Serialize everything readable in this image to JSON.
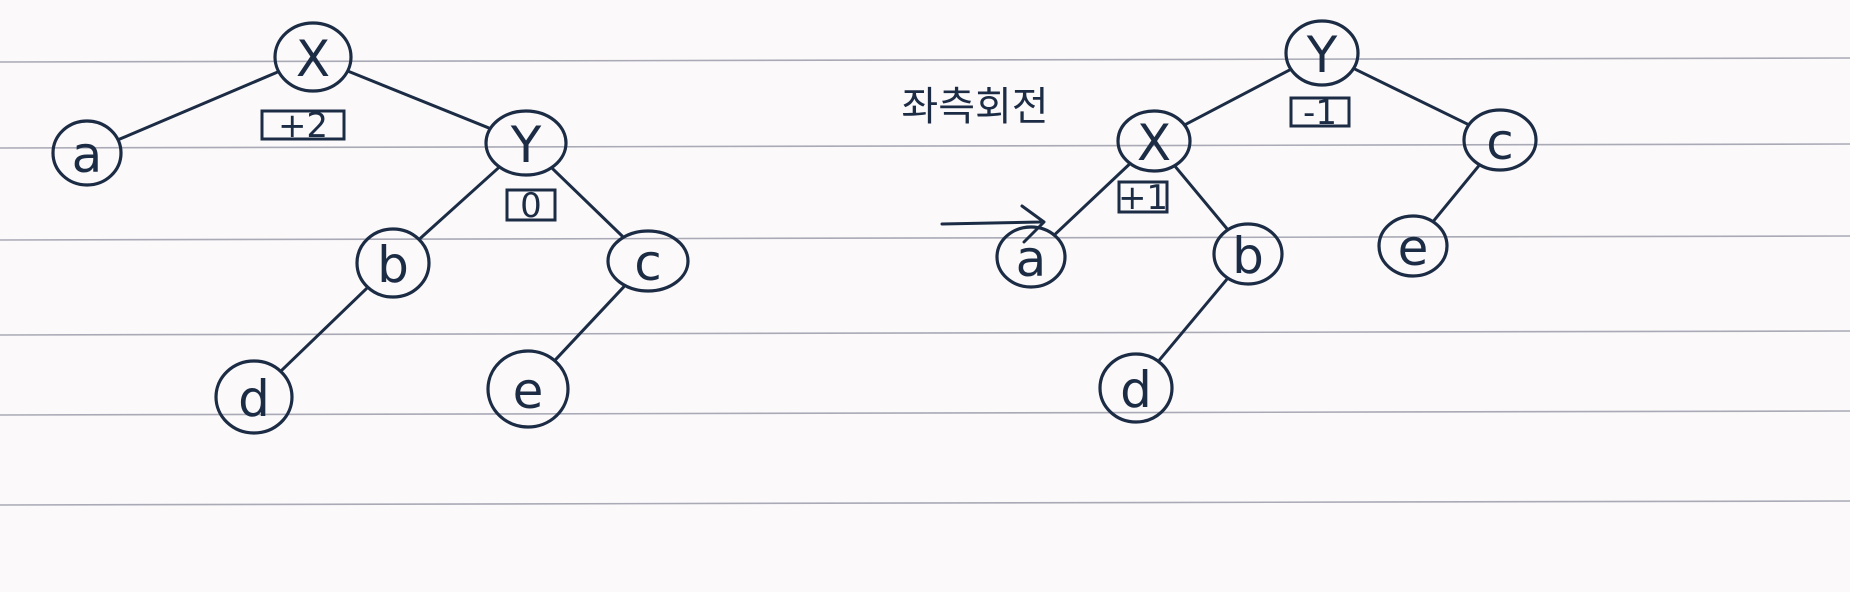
{
  "operation_label": "좌측회전",
  "trees": {
    "before": {
      "nodes": [
        {
          "id": "X",
          "label": "X"
        },
        {
          "id": "a",
          "label": "a"
        },
        {
          "id": "Y",
          "label": "Y"
        },
        {
          "id": "b",
          "label": "b"
        },
        {
          "id": "c",
          "label": "c"
        },
        {
          "id": "d",
          "label": "d"
        },
        {
          "id": "e",
          "label": "e"
        }
      ],
      "edges": [
        [
          "X",
          "a"
        ],
        [
          "X",
          "Y"
        ],
        [
          "Y",
          "b"
        ],
        [
          "Y",
          "c"
        ],
        [
          "b",
          "d"
        ],
        [
          "c",
          "e"
        ]
      ],
      "balance": [
        {
          "node": "X",
          "value": "+2"
        },
        {
          "node": "Y",
          "value": "0"
        }
      ]
    },
    "after": {
      "nodes": [
        {
          "id": "Y",
          "label": "Y"
        },
        {
          "id": "X",
          "label": "X"
        },
        {
          "id": "c",
          "label": "c"
        },
        {
          "id": "a",
          "label": "a"
        },
        {
          "id": "b",
          "label": "b"
        },
        {
          "id": "e",
          "label": "e"
        },
        {
          "id": "d",
          "label": "d"
        }
      ],
      "edges": [
        [
          "Y",
          "X"
        ],
        [
          "Y",
          "c"
        ],
        [
          "X",
          "a"
        ],
        [
          "X",
          "b"
        ],
        [
          "b",
          "d"
        ],
        [
          "c",
          "e"
        ]
      ],
      "balance": [
        {
          "node": "Y",
          "value": "-1"
        },
        {
          "node": "X",
          "value": "+1"
        }
      ]
    }
  }
}
